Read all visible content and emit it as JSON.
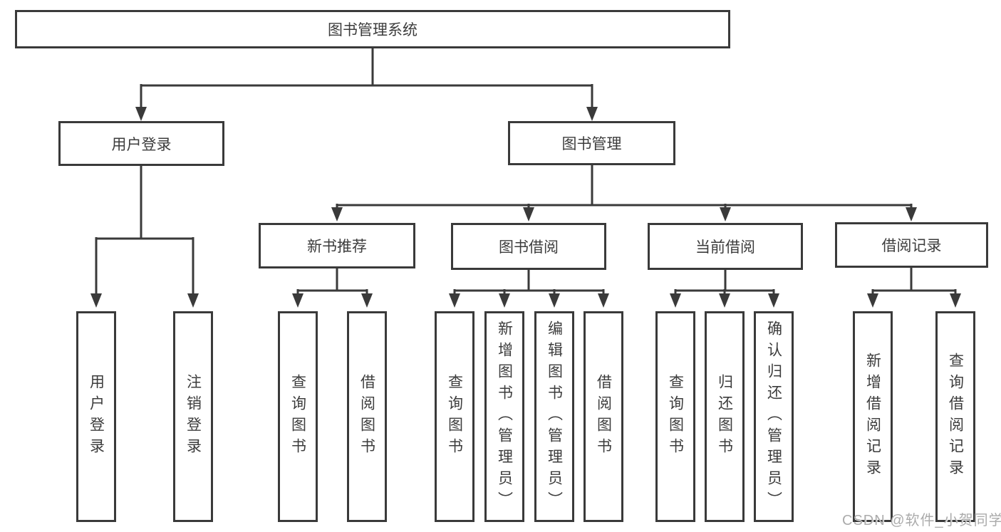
{
  "diagram": {
    "title_node": {
      "label": "图书管理系统"
    },
    "level2": [
      {
        "label": "用户登录"
      },
      {
        "label": "图书管理"
      }
    ],
    "level3": [
      {
        "label": "新书推荐",
        "parent": "图书管理"
      },
      {
        "label": "图书借阅",
        "parent": "图书管理"
      },
      {
        "label": "当前借阅",
        "parent": "图书管理"
      },
      {
        "label": "借阅记录",
        "parent": "图书管理"
      }
    ],
    "leaves": [
      {
        "label": "用户登录",
        "parent": "用户登录"
      },
      {
        "label": "注销登录",
        "parent": "用户登录"
      },
      {
        "label": "查询图书",
        "parent": "新书推荐"
      },
      {
        "label": "借阅图书",
        "parent": "新书推荐"
      },
      {
        "label": "查询图书",
        "parent": "图书借阅"
      },
      {
        "label": "新增图书（管理员）",
        "parent": "图书借阅"
      },
      {
        "label": "编辑图书（管理员）",
        "parent": "图书借阅"
      },
      {
        "label": "借阅图书",
        "parent": "图书借阅"
      },
      {
        "label": "查询图书",
        "parent": "当前借阅"
      },
      {
        "label": "归还图书",
        "parent": "当前借阅"
      },
      {
        "label": "确认归还（管理员）",
        "parent": "当前借阅"
      },
      {
        "label": "新增借阅记录",
        "parent": "借阅记录"
      },
      {
        "label": "查询借阅记录",
        "parent": "借阅记录"
      }
    ],
    "colors": {
      "line": "#3a3a3a",
      "text": "#3c3c3c",
      "box_background": "#ffffff",
      "watermark": "#ababab"
    }
  },
  "watermark": {
    "text": "CSDN @软件_小贺同学"
  }
}
